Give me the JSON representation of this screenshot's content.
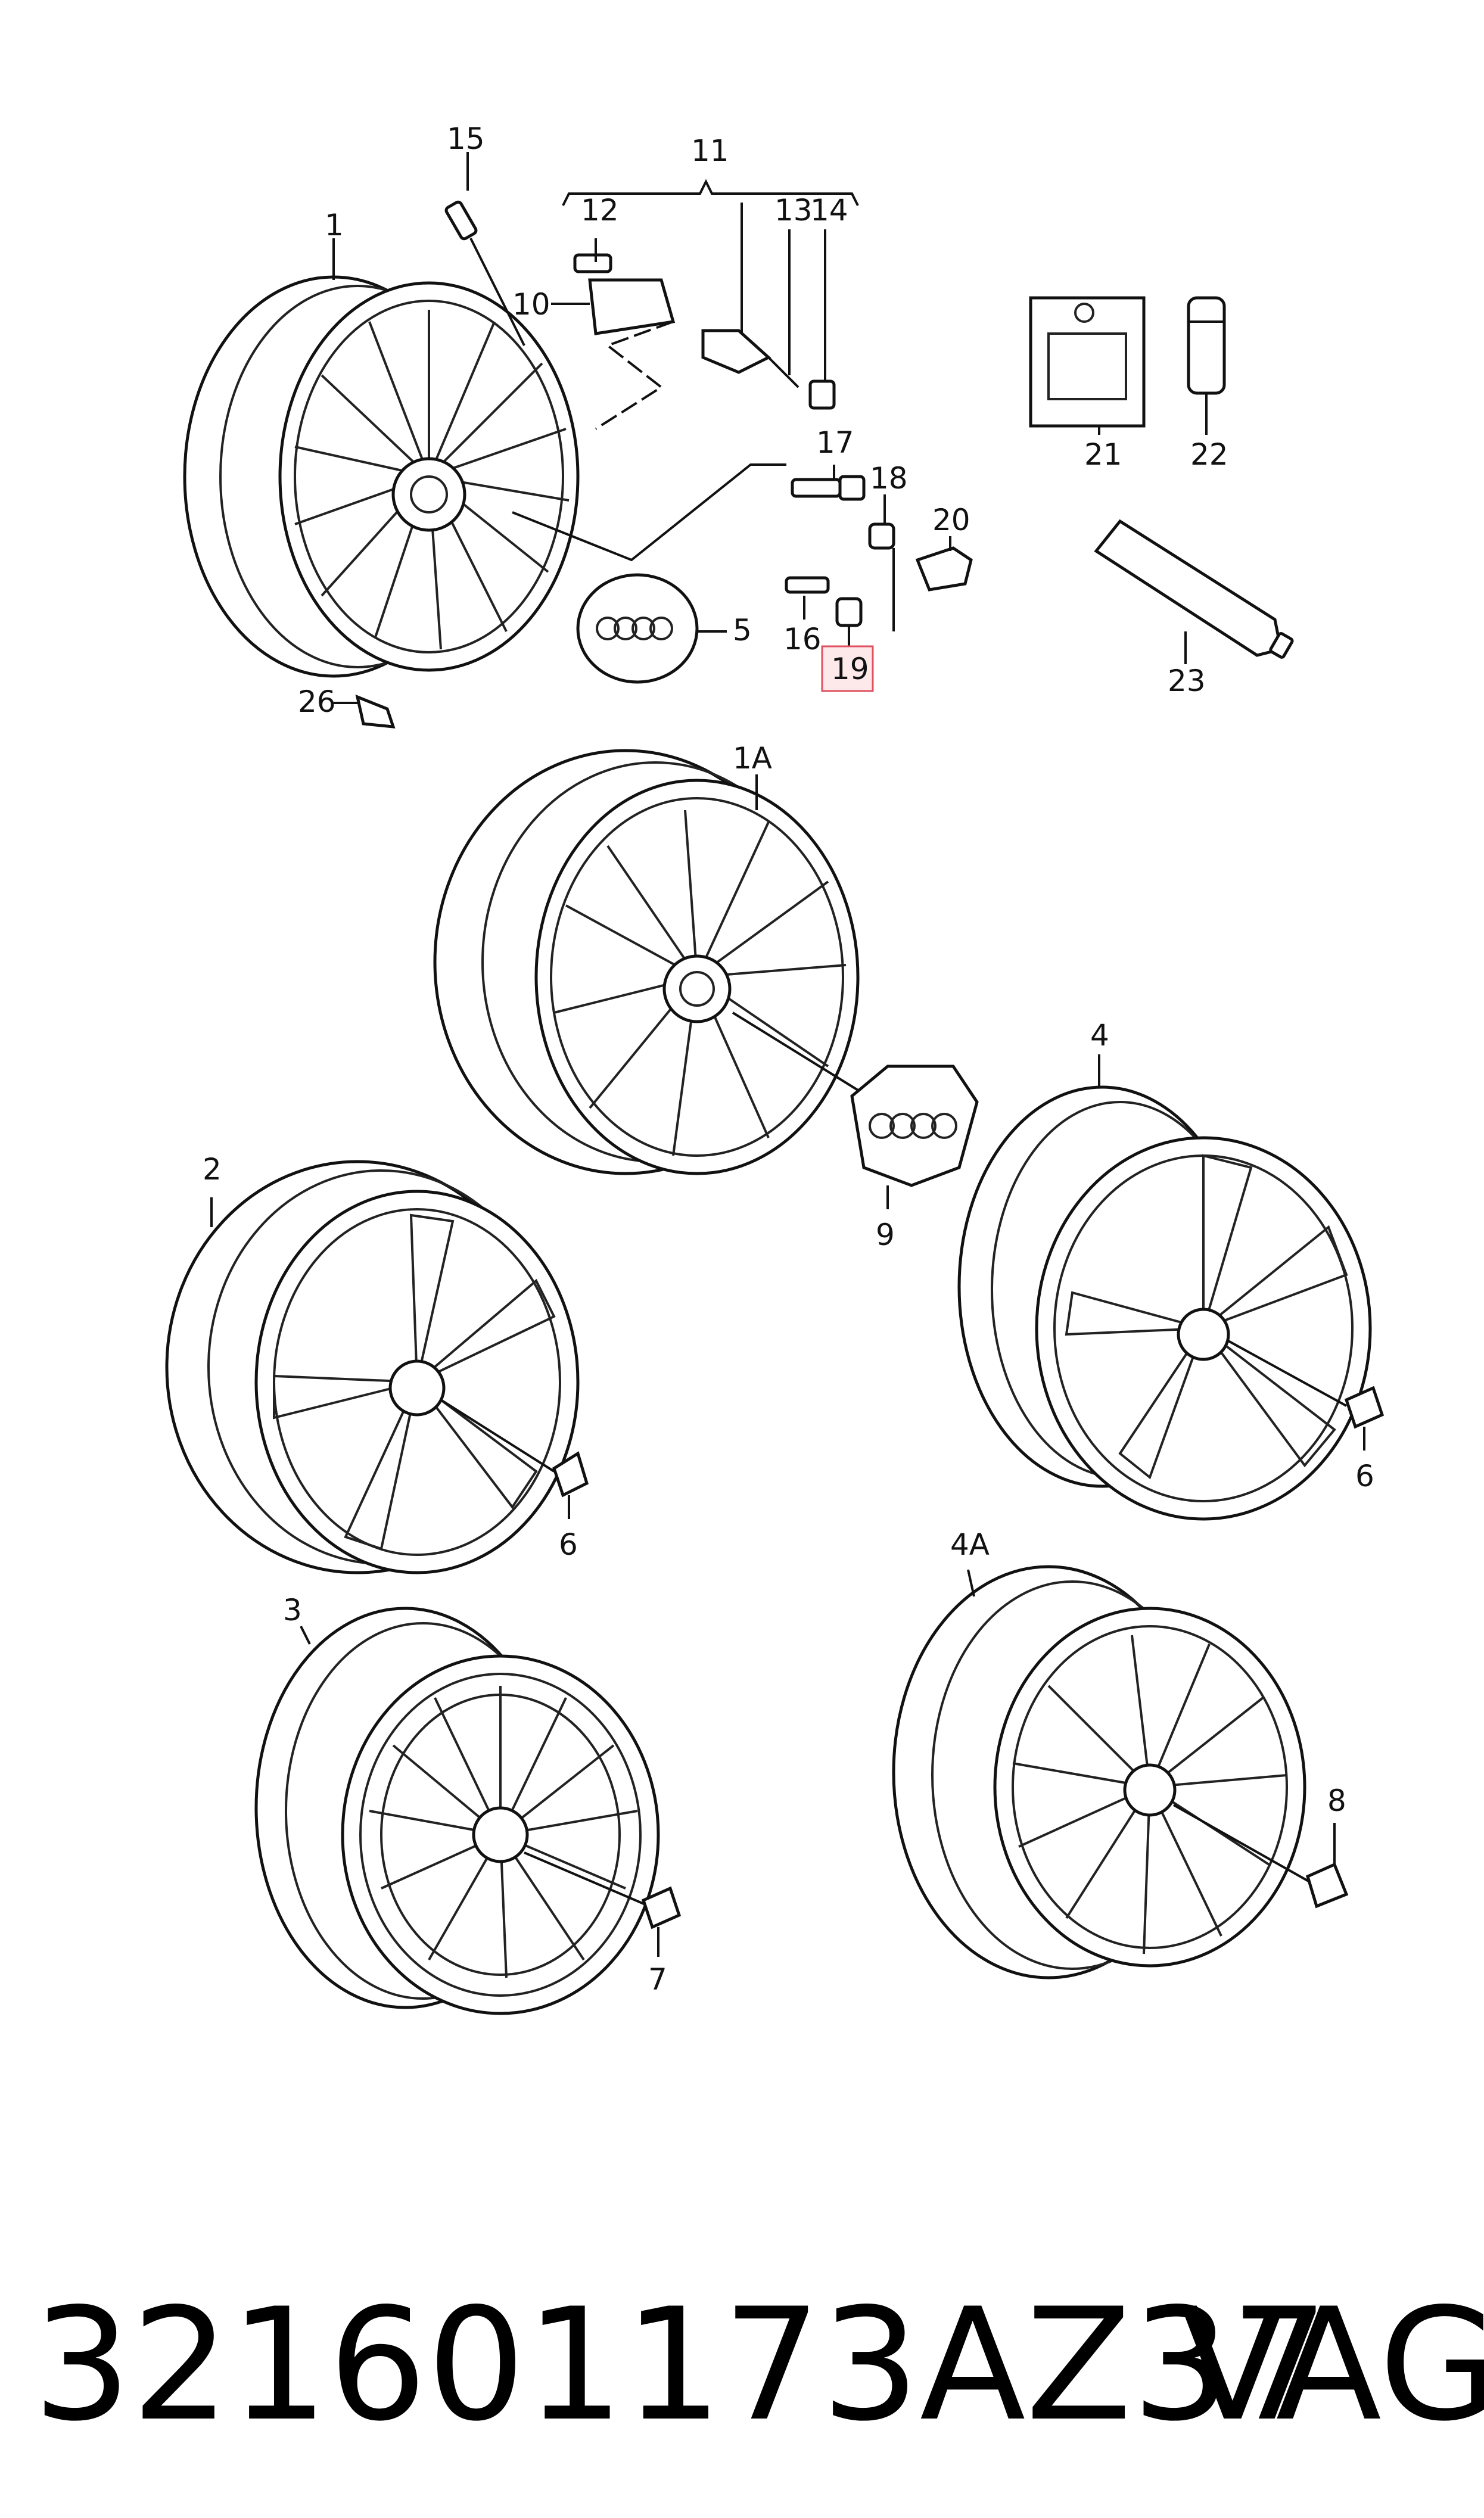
{
  "labels": {
    "l1": "1",
    "l1A": "1A",
    "l2": "2",
    "l3": "3",
    "l4": "4",
    "l4A": "4A",
    "l5": "5",
    "l6a": "6",
    "l6b": "6",
    "l7": "7",
    "l8": "8",
    "l9": "9",
    "l10": "10",
    "l11": "11",
    "l12": "12",
    "l13": "13",
    "l14": "14",
    "l15": "15",
    "l16": "16",
    "l17": "17",
    "l18": "18",
    "l19": "19",
    "l20": "20",
    "l21": "21",
    "l22": "22",
    "l23": "23",
    "l26": "26"
  },
  "highlight": {
    "label": "19",
    "color": "#e05060",
    "fill": "#fde8ea"
  },
  "footer": {
    "part_number": "321601173AZ37",
    "brand": "VAG"
  },
  "colors": {
    "line": "#111111",
    "background": "#ffffff"
  }
}
